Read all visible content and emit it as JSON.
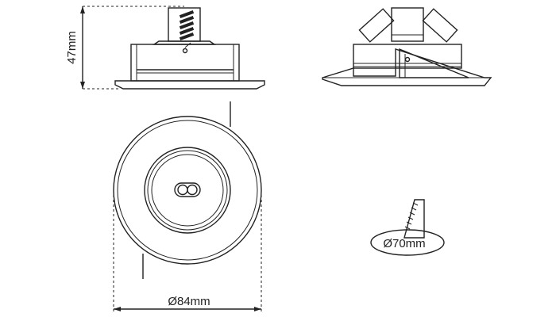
{
  "drawing": {
    "height_dimension": "47mm",
    "outer_diameter_dimension": "Ø84mm",
    "cutout_diameter_dimension": "Ø70mm"
  },
  "colors": {
    "line": "#222222",
    "background": "#ffffff"
  }
}
